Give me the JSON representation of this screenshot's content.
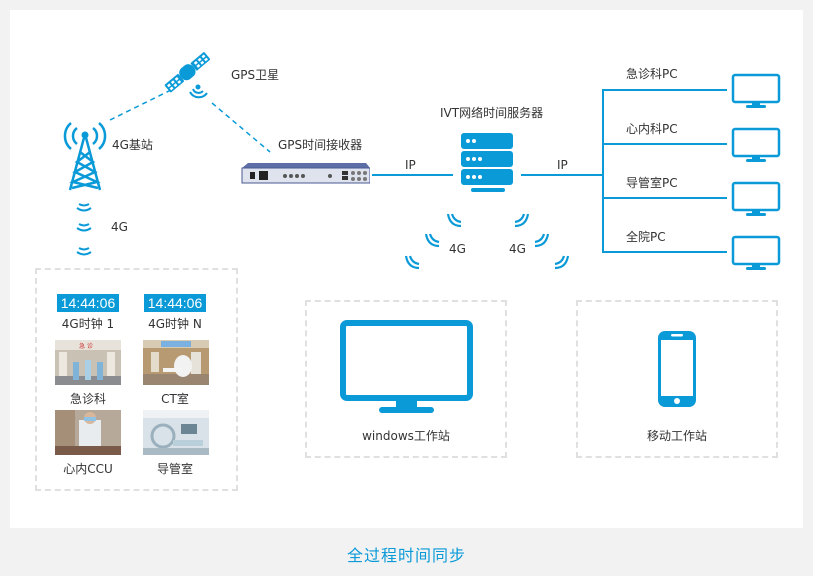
{
  "colors": {
    "accent": "#0a9ad8",
    "background": "#f2f2f2",
    "panel": "#ffffff",
    "dashed_border": "#e0e0e0",
    "text": "#333333"
  },
  "nodes": {
    "gps_satellite": {
      "label": "GPS卫星",
      "icon": "satellite-icon"
    },
    "base_station": {
      "label": "4G基站",
      "icon": "cell-tower-icon"
    },
    "signal_4g_left": {
      "label": "4G",
      "icon": "wireless-signal-icon"
    },
    "gps_receiver": {
      "label": "GPS时间接收器",
      "icon": "rack-device-image"
    },
    "time_server": {
      "label": "IVT网络时间服务器",
      "icon": "server-icon"
    },
    "signal_4g_server_left": {
      "label": "4G",
      "icon": "wireless-signal-icon"
    },
    "signal_4g_server_right": {
      "label": "4G",
      "icon": "wireless-signal-icon"
    }
  },
  "links": {
    "receiver_to_server": "IP",
    "server_to_pcs": "IP"
  },
  "pcs": [
    {
      "label": "急诊科PC",
      "icon": "monitor-icon"
    },
    {
      "label": "心内科PC",
      "icon": "monitor-icon"
    },
    {
      "label": "导管室PC",
      "icon": "monitor-icon"
    },
    {
      "label": "全院PC",
      "icon": "monitor-icon"
    }
  ],
  "clock_box": {
    "clocks": [
      {
        "time": "14:44:06",
        "label": "4G时钟 1"
      },
      {
        "time": "14:44:06",
        "label": "4G时钟 N"
      }
    ],
    "departments": [
      {
        "label": "急诊科",
        "image": "emergency-room-photo"
      },
      {
        "label": "CT室",
        "image": "ct-room-photo"
      },
      {
        "label": "心内CCU",
        "image": "ccu-photo"
      },
      {
        "label": "导管室",
        "image": "cath-lab-photo"
      }
    ]
  },
  "workstations": [
    {
      "label": "windows工作站",
      "icon": "monitor-icon"
    },
    {
      "label": "移动工作站",
      "icon": "smartphone-icon"
    }
  ],
  "caption": "全过程时间同步"
}
